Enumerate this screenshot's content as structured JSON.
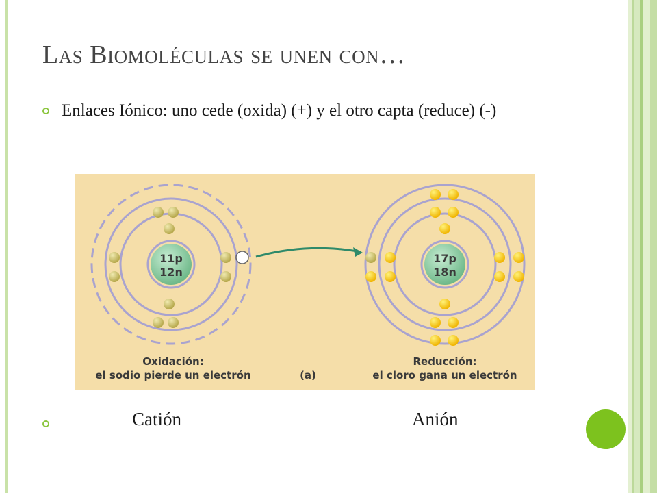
{
  "slide": {
    "title": "Las Biomoléculas se unen con…",
    "bullet1": "Enlaces Iónico: uno cede (oxida) (+) y el otro capta (reduce) (-)",
    "bullet2_left": "Catión",
    "bullet2_right": "Anión",
    "colors": {
      "accent": "#8cc63f",
      "big_dot": "#7dc21e",
      "figure_bg": "#f5dea9"
    }
  },
  "figure": {
    "sodium_nucleus_p": "11p",
    "sodium_nucleus_n": "12n",
    "chlorine_nucleus_p": "17p",
    "chlorine_nucleus_n": "18n",
    "left_caption_1": "Oxidación:",
    "left_caption_2": "el sodio pierde un electrón",
    "center_caption": "(a)",
    "right_caption_1": "Reducción:",
    "right_caption_2": "el cloro gana un electrón",
    "arrow_icon": "curved-arrow-right"
  }
}
